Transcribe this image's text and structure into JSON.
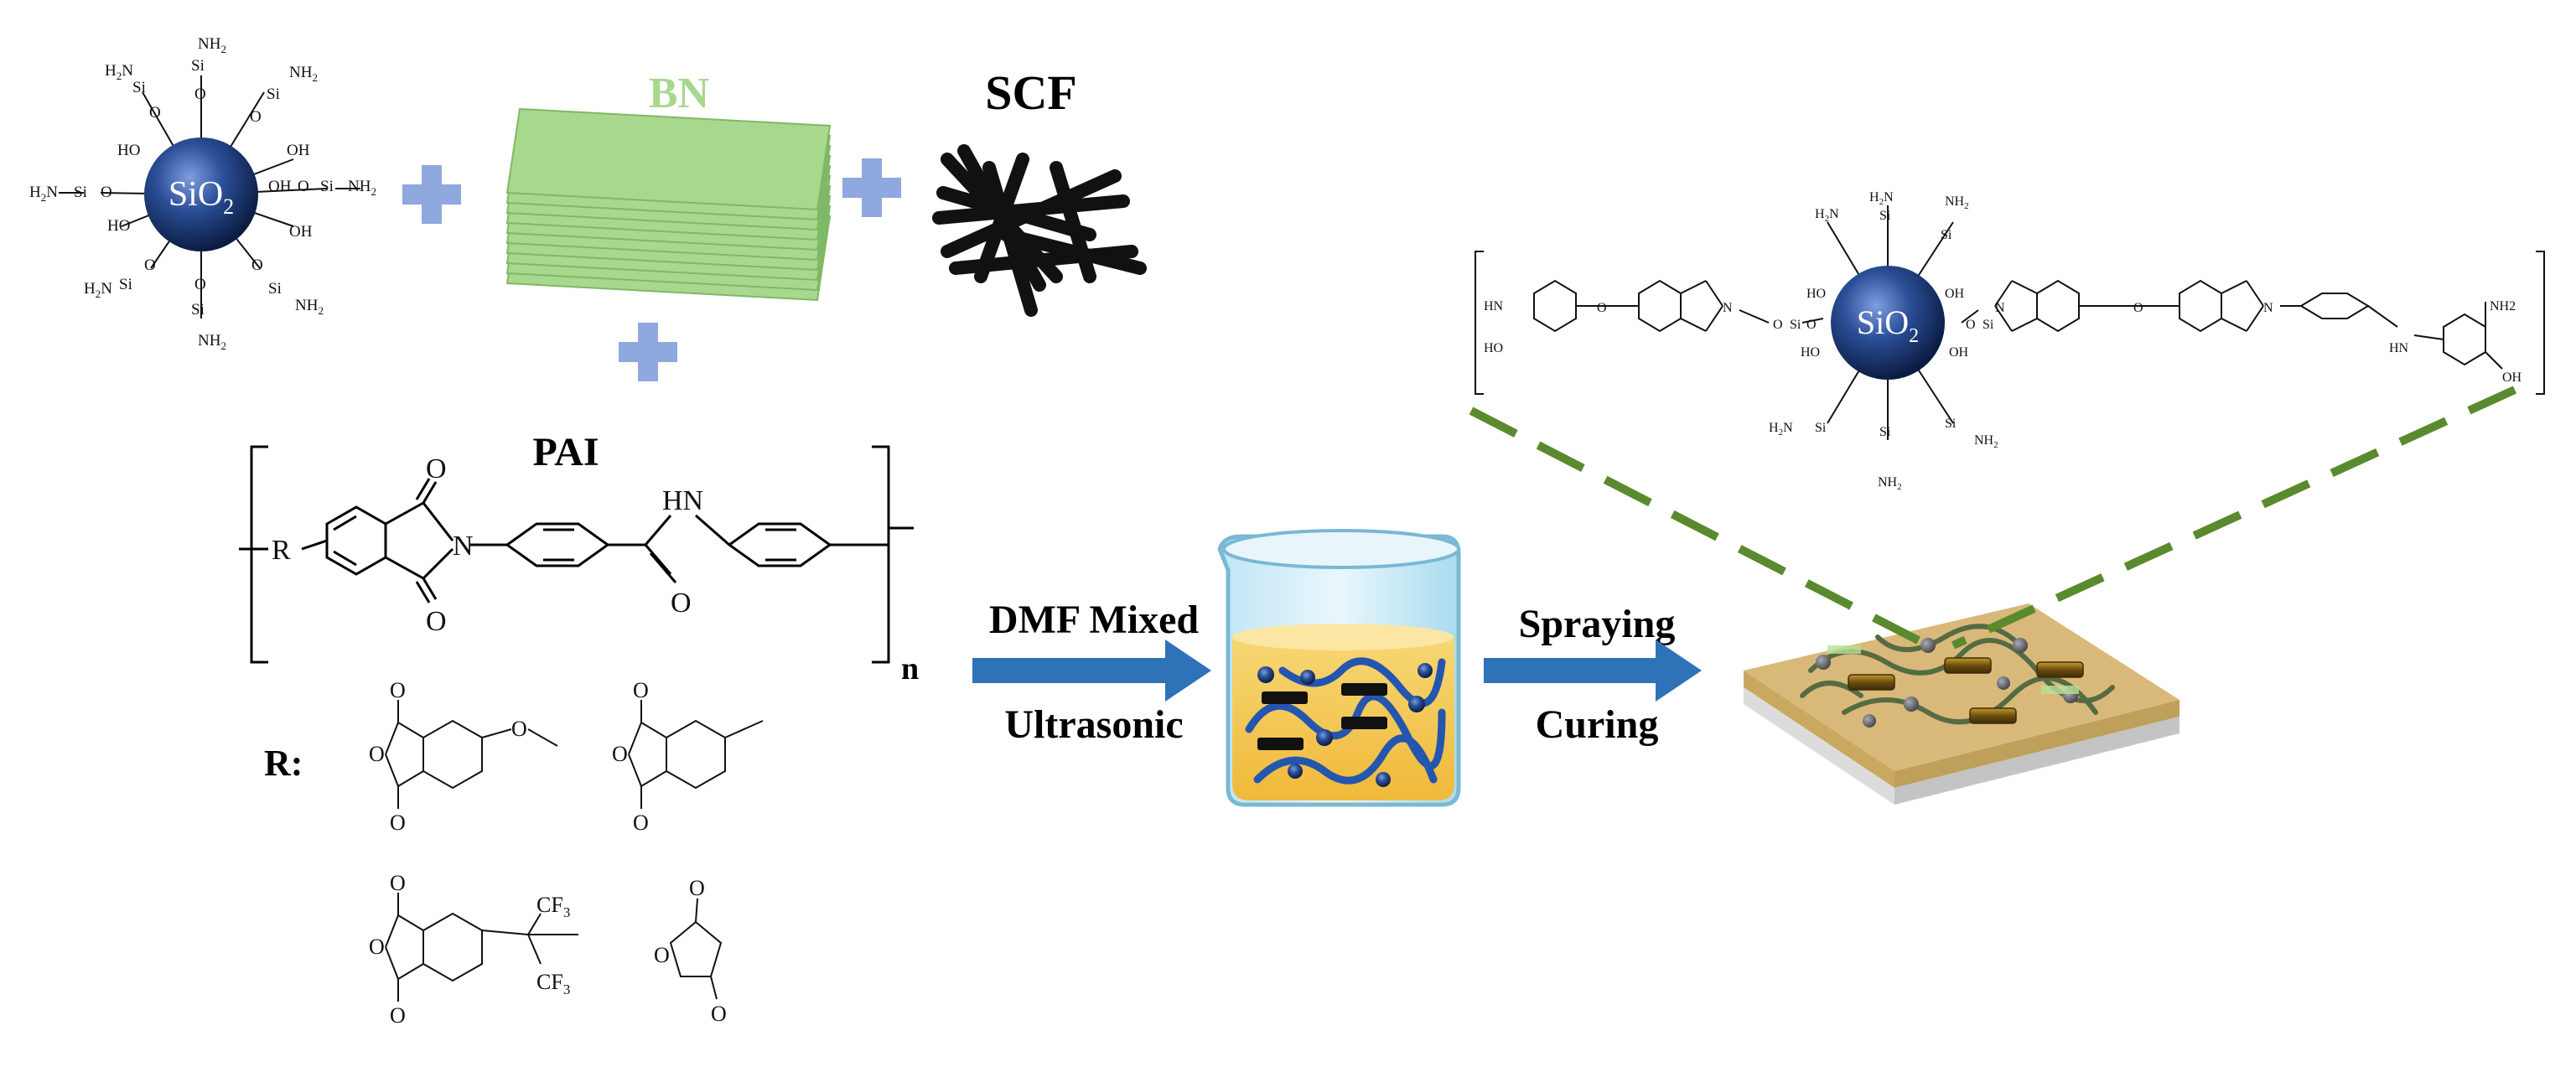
{
  "title_sio2": "SiO",
  "title_sio2_sub": "2",
  "bn_label": "BN",
  "scf_label": "SCF",
  "pai_label": "PAI",
  "r_label": "R:",
  "n_label": "n",
  "arrow1": {
    "top": "DMF Mixed",
    "bottom": "Ultrasonic"
  },
  "arrow2": {
    "top": "Spraying",
    "bottom": "Curing"
  },
  "chem": {
    "nh2": "NH",
    "nh2_sub": "2",
    "h2n": "H",
    "h2n_mid": "2",
    "h2n_end": "N",
    "si": "Si",
    "o": "O",
    "oh": "OH",
    "ho": "HO",
    "hn": "HN",
    "r": "R",
    "cf3": "CF",
    "cf3_sub": "3",
    "nh2_plain": "NH2",
    "n": "N",
    "hn_small": "HN",
    "hooh": "HO",
    "o_dbl": "O"
  },
  "colors": {
    "sio2_sphere": "#1f3f7f",
    "bn_sheet": "#a8d88e",
    "bn_label": "#a8d88e",
    "plus": "#8fa8dd",
    "arrow": "#2e72b8",
    "dash": "#5a8a2e",
    "scf": "#111111",
    "beaker_liquid": "#f2c94c",
    "coating": "#d9b979"
  }
}
